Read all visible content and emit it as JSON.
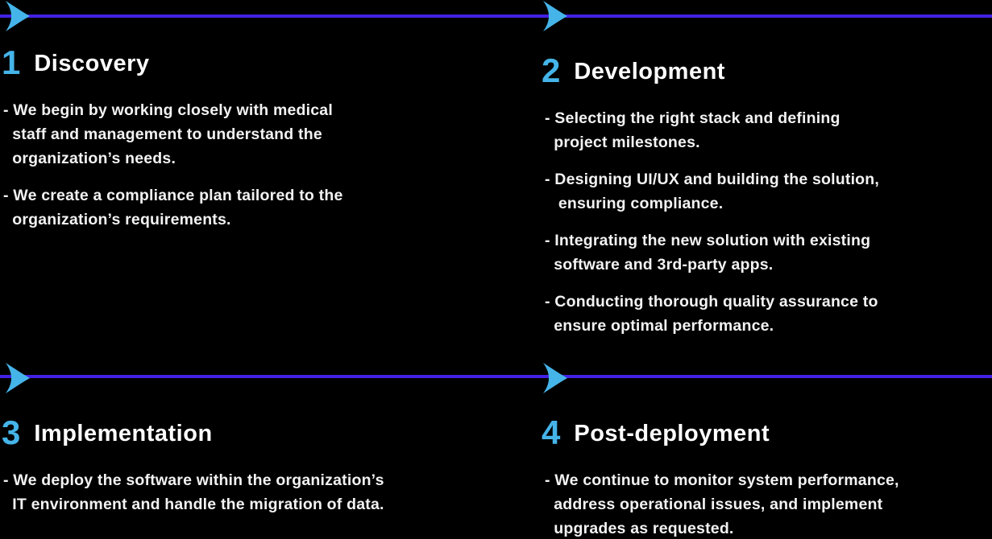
{
  "colors": {
    "background": "#000000",
    "timeline_line": "#4221e4",
    "accent_blue": "#45b4e9",
    "heading_text": "#ffffff",
    "body_text": "#f2f2f2"
  },
  "steps": [
    {
      "number": "1",
      "title": "Discovery",
      "paragraphs": [
        "- We begin by working closely with medical\n  staff and management to understand the\n  organization’s needs.",
        "- We create a compliance plan tailored to the\n  organization’s requirements."
      ]
    },
    {
      "number": "2",
      "title": "Development",
      "paragraphs": [
        "- Selecting the right stack and defining\n  project milestones.",
        "- Designing UI/UX and building the solution,\n   ensuring compliance.",
        "- Integrating the new solution with existing\n  software and 3rd-party apps.",
        "- Conducting thorough quality assurance to\n  ensure optimal performance."
      ]
    },
    {
      "number": "3",
      "title": "Implementation",
      "paragraphs": [
        "- We deploy the software within the organization’s\n  IT environment and handle the migration of data."
      ]
    },
    {
      "number": "4",
      "title": "Post-deployment",
      "paragraphs": [
        "- We continue to monitor system performance,\n  address operational issues, and implement\n  upgrades as requested."
      ]
    }
  ]
}
